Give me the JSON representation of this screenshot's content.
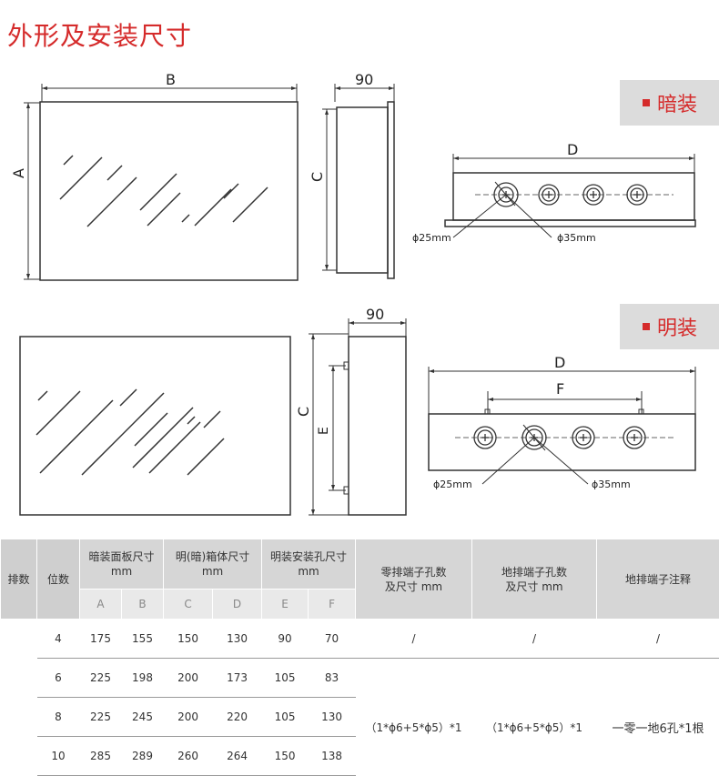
{
  "title": "外形及安装尺寸",
  "tags": {
    "concealed": "暗装",
    "surface": "明装"
  },
  "diagram_top": {
    "label_B": "B",
    "label_A": "A",
    "label_90": "90",
    "label_C": "C",
    "label_D": "D",
    "phi25": "ϕ25mm",
    "phi35": "ϕ35mm"
  },
  "diagram_bottom": {
    "label_90": "90",
    "label_C": "C",
    "label_E": "E",
    "label_D": "D",
    "label_F": "F",
    "phi25": "ϕ25mm",
    "phi35": "ϕ35mm"
  },
  "table": {
    "h_rows": "排数",
    "h_positions": "位数",
    "h_panel": "暗装面板尺寸",
    "h_panel_unit": "mm",
    "h_box": "明(暗)箱体尺寸",
    "h_box_unit": "mm",
    "h_mount": "明装安装孔尺寸",
    "h_mount_unit": "mm",
    "h_zero": "零排端子孔数",
    "h_zero2": "及尺寸 mm",
    "h_ground": "地排端子孔数",
    "h_ground2": "及尺寸 mm",
    "h_note": "地排端子注释",
    "sub": [
      "A",
      "B",
      "C",
      "D",
      "E",
      "F"
    ],
    "rows": [
      {
        "pos": "4",
        "A": "175",
        "B": "155",
        "C": "150",
        "D": "130",
        "E": "90",
        "F": "70"
      },
      {
        "pos": "6",
        "A": "225",
        "B": "198",
        "C": "200",
        "D": "173",
        "E": "105",
        "F": "83"
      },
      {
        "pos": "8",
        "A": "225",
        "B": "245",
        "C": "200",
        "D": "220",
        "E": "105",
        "F": "130"
      },
      {
        "pos": "10",
        "A": "285",
        "B": "289",
        "C": "260",
        "D": "264",
        "E": "150",
        "F": "138"
      }
    ],
    "first_slash": "/",
    "zero_value": "（1*ϕ6+5*ϕ5）*1",
    "ground_value": "（1*ϕ6+5*ϕ5）*1",
    "note_value": "一零一地6孔*1根"
  }
}
